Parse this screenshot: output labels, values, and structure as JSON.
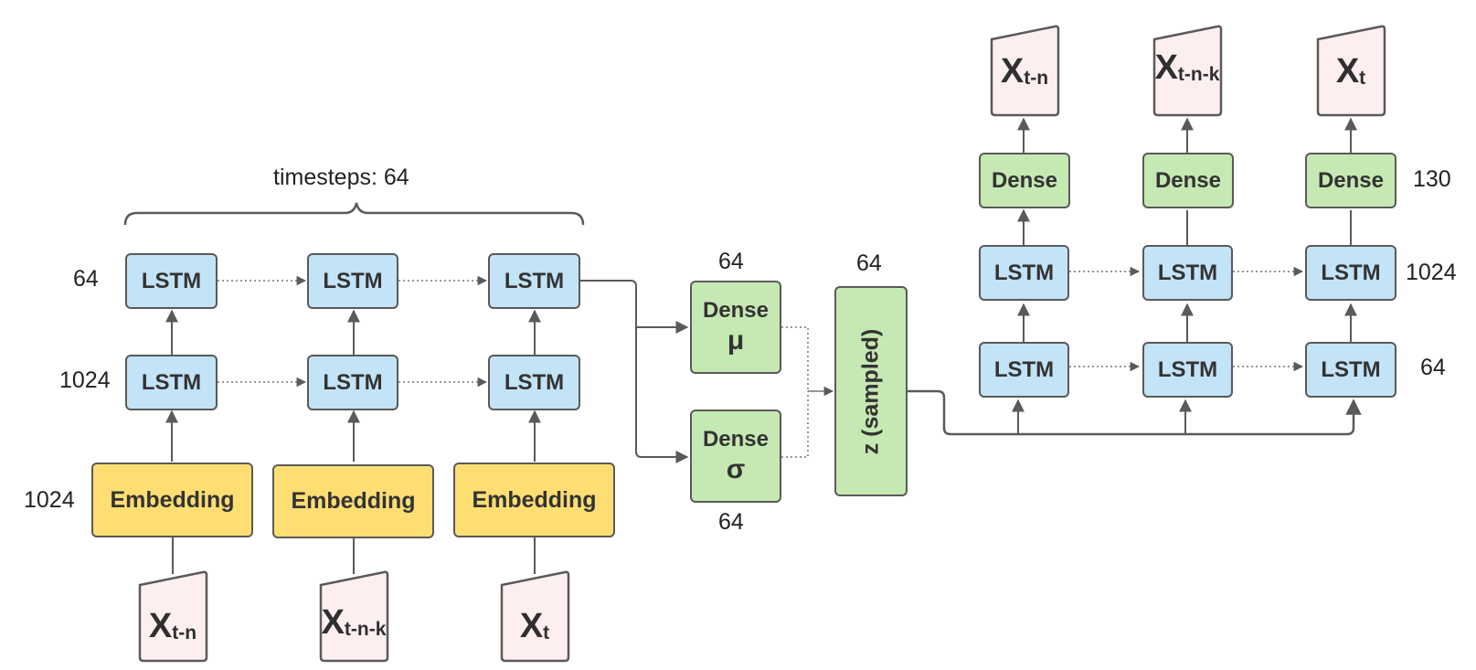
{
  "annotation": {
    "timesteps": "timesteps: 64"
  },
  "labels": {
    "lstm": "LSTM",
    "embedding": "Embedding",
    "dense": "Dense",
    "mu": "μ",
    "sigma": "σ",
    "z": "z (sampled)"
  },
  "inputs": [
    {
      "main": "X",
      "sub": "t-n"
    },
    {
      "main": "X",
      "sub": "t-n-k"
    },
    {
      "main": "X",
      "sub": "t"
    }
  ],
  "outputs": [
    {
      "main": "X",
      "sub": "t-n"
    },
    {
      "main": "X",
      "sub": "t-n-k"
    },
    {
      "main": "X",
      "sub": "t"
    }
  ],
  "dims": {
    "enc_lstm_top": "64",
    "enc_lstm_bottom": "1024",
    "embedding": "1024",
    "dense_mu": "64",
    "dense_sigma": "64",
    "z": "64",
    "dec_dense": "130",
    "dec_lstm_top": "1024",
    "dec_lstm_bottom": "64"
  },
  "colors": {
    "lstm": "#c3e3f6",
    "embedding": "#fede73",
    "dense": "#c6e8b3",
    "io": "#fdeef0",
    "line": "#5a5a5a"
  }
}
